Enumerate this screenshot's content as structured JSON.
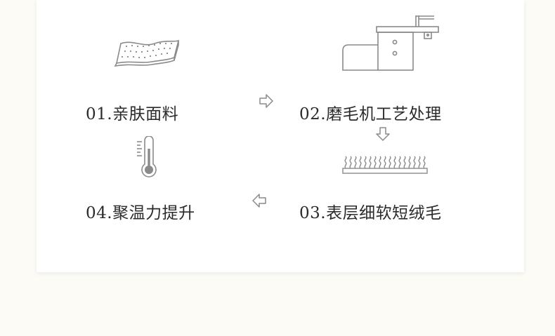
{
  "process": {
    "steps": [
      {
        "label": "01.亲肤面料",
        "icon": "fabric-icon"
      },
      {
        "label": "02.磨毛机工艺处理",
        "icon": "brushing-machine-icon"
      },
      {
        "label": "03.表层细软短绒毛",
        "icon": "short-fleece-icon"
      },
      {
        "label": "04.聚温力提升",
        "icon": "thermometer-icon"
      }
    ],
    "arrows": [
      "arrow-right-icon",
      "arrow-down-icon",
      "arrow-left-icon"
    ]
  },
  "colors": {
    "background": "#fcfbf5",
    "card": "#ffffff",
    "icon_stroke": "#8a8a8a",
    "text": "#2b2b2b"
  }
}
